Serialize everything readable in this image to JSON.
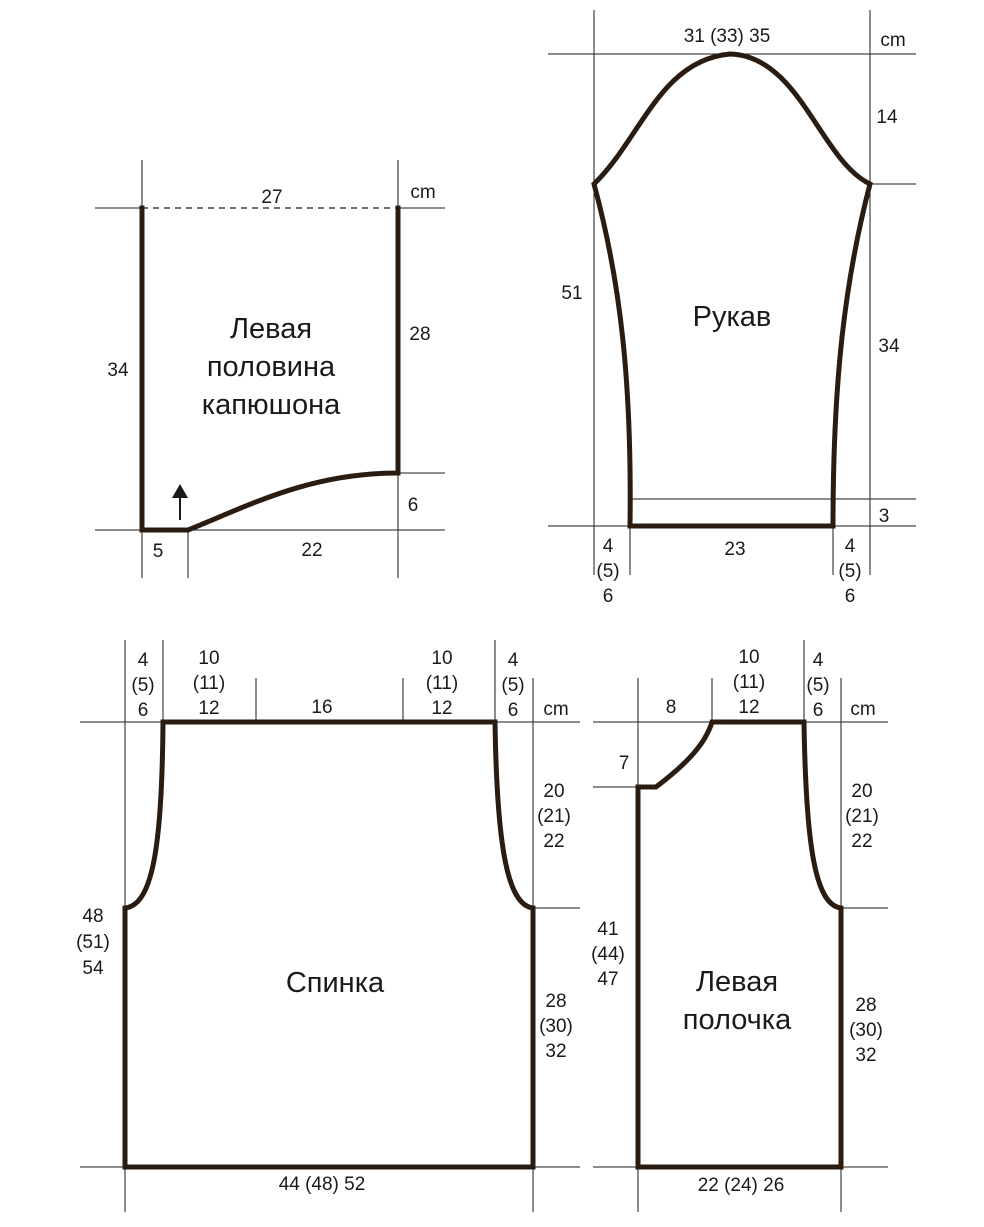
{
  "hood": {
    "title": [
      "Левая",
      "половина",
      "капюшона"
    ],
    "unit": "cm",
    "top_width": "27",
    "left_height": "34",
    "right_height": "28",
    "curve_height": "6",
    "bottom_left": "5",
    "bottom_right": "22"
  },
  "sleeve": {
    "title": "Рукав",
    "unit": "cm",
    "top_width": "31 (33) 35",
    "cap_height": "14",
    "side_length": "51",
    "body_height": "34",
    "cuff_height": "3",
    "bottom_width": "23",
    "left_offset": [
      "4",
      "(5)",
      "6"
    ],
    "right_offset": [
      "4",
      "(5)",
      "6"
    ]
  },
  "back": {
    "title": "Спинка",
    "unit": "cm",
    "shoulder_left": [
      "4",
      "(5)",
      "6"
    ],
    "shoulder_seg_left": [
      "10",
      "(11)",
      "12"
    ],
    "neck": "16",
    "shoulder_seg_right": [
      "10",
      "(11)",
      "12"
    ],
    "shoulder_right": [
      "4",
      "(5)",
      "6"
    ],
    "armhole_height": [
      "20",
      "(21)",
      "22"
    ],
    "left_height": [
      "48",
      "(51)",
      "54"
    ],
    "side_height": [
      "28",
      "(30)",
      "32"
    ],
    "bottom_width": "44 (48) 52"
  },
  "front": {
    "title": [
      "Левая",
      "полочка"
    ],
    "unit": "cm",
    "neck_width": "8",
    "neck_depth": "7",
    "shoulder_seg": [
      "10",
      "(11)",
      "12"
    ],
    "shoulder_right": [
      "4",
      "(5)",
      "6"
    ],
    "armhole_height": [
      "20",
      "(21)",
      "22"
    ],
    "left_height": [
      "41",
      "(44)",
      "47"
    ],
    "side_height": [
      "28",
      "(30)",
      "32"
    ],
    "bottom_width": "22 (24) 26"
  }
}
